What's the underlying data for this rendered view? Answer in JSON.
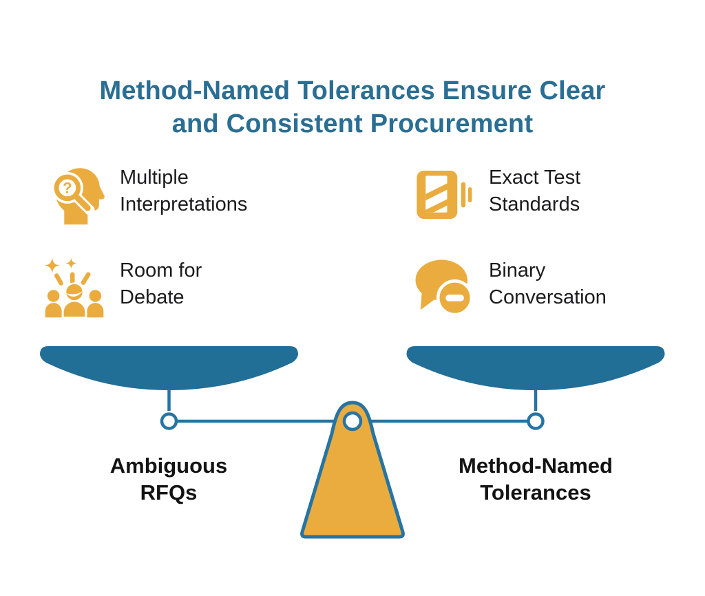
{
  "title": {
    "text": "Method-Named Tolerances Ensure Clear and Consistent Procurement",
    "lines": [
      "Method-Named Tolerances Ensure Clear",
      "and Consistent Procurement"
    ]
  },
  "features": [
    {
      "id": "multiple-interpretations",
      "icon": "question-head-icon",
      "label": "Multiple Interpretations"
    },
    {
      "id": "exact-test-standards",
      "icon": "flash-document-icon",
      "label": "Exact Test Standards"
    },
    {
      "id": "room-for-debate",
      "icon": "celebrating-people-icon",
      "label": "Room for Debate"
    },
    {
      "id": "binary-conversation",
      "icon": "chat-minus-icon",
      "label": "Binary Conversation"
    }
  ],
  "scale": {
    "left_pan_label": "Ambiguous RFQs",
    "right_pan_label": "Method-Named Tolerances"
  },
  "icons": {
    "question_glyph": "?"
  },
  "colors": {
    "accent_orange": "#EAAC3E",
    "pan_blue": "#216E96",
    "stroke_blue": "#2674A3",
    "title_blue": "#2A6E93",
    "text_dark": "#1C1C1E"
  }
}
